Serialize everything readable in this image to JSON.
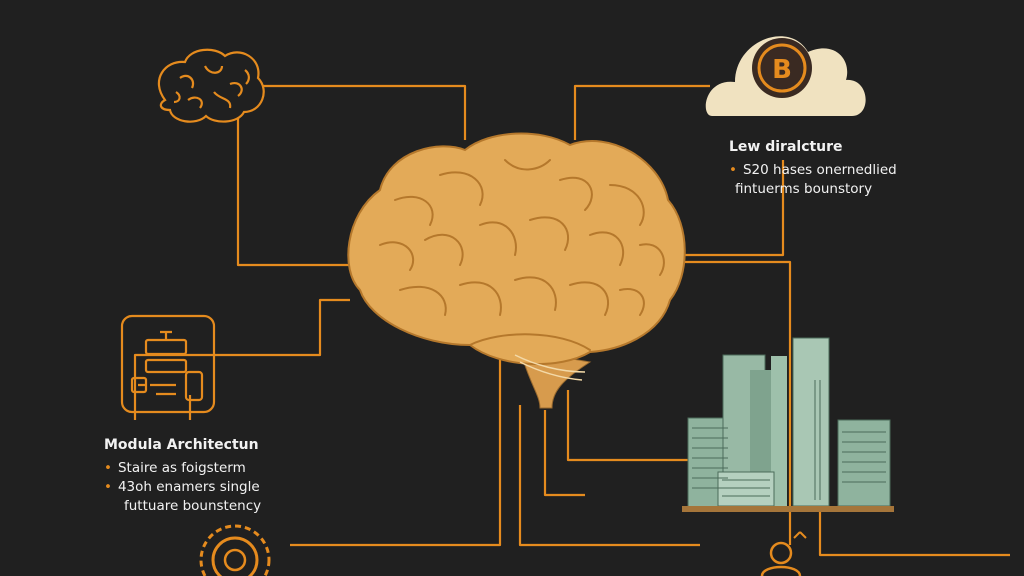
{
  "colors": {
    "background": "#202020",
    "accent": "#e58b1e",
    "brain": "#e3aa58",
    "cloud": "#f0e2c0",
    "buildings": "#8fb39e",
    "text": "#f2f2f2"
  },
  "right_block": {
    "title": "Lew diralcture",
    "lines": [
      {
        "bullet": "•",
        "text": "S20 hases onernedlied"
      },
      {
        "bullet": "",
        "text": "fintuerms bounstory"
      }
    ]
  },
  "left_block": {
    "title": "Modula Architectun",
    "lines": [
      {
        "bullet": "•",
        "text": "Staire as foigsterm"
      },
      {
        "bullet": "•",
        "text": "43oh enamers single"
      },
      {
        "bullet": "",
        "text": "futtuare bounstency"
      }
    ]
  },
  "cloud_icon": {
    "glyph": "B",
    "icon": "bitcoin-icon"
  },
  "icons": [
    "brain-icon",
    "brain-outline-icon",
    "cloud-icon",
    "bitcoin-icon",
    "architecture-icon",
    "city-buildings-icon",
    "gear-icon",
    "user-icon"
  ]
}
